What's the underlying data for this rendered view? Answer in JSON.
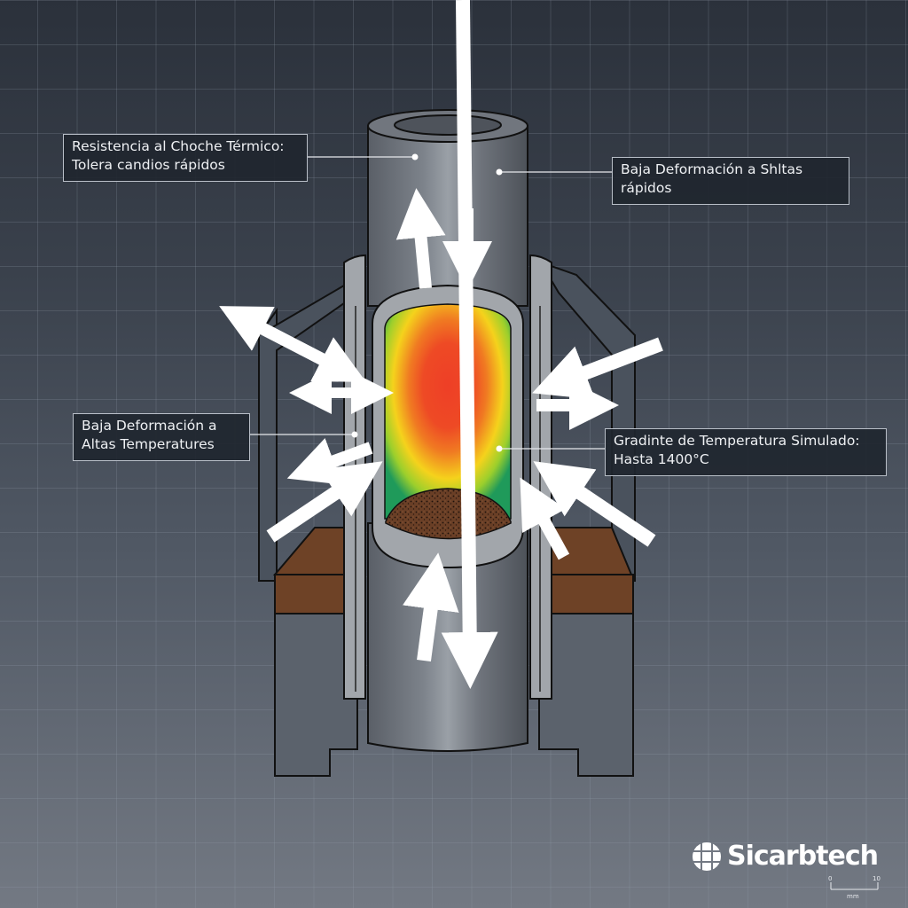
{
  "diagram": {
    "subject": "Sectional view of refractory tube in furnace housing with thermal stress arrows",
    "labels": [
      {
        "id": "thermal-shock",
        "line1": "Resistencia al Choche Térmico:",
        "line2": "Tolera candios rápidos"
      },
      {
        "id": "low-deformation-top",
        "line1": "Baja Deformación a Shltas",
        "line2": "rápidos"
      },
      {
        "id": "low-deformation-high-temp",
        "line1": "Baja Deformación a",
        "line2": "Altas Temperatures"
      },
      {
        "id": "temperature-gradient",
        "line1": "Gradinte de Temperatura Simulado:",
        "line2": "Hasta 1400°C"
      }
    ],
    "heat_map_colors": {
      "core": "#ee3f26",
      "mid": "#f07a22",
      "outer": "#f5d21c",
      "edge": "#1f9a5a"
    },
    "material_colors": {
      "tube": "#6b7079",
      "liner": "#a2a6ab",
      "refractory_brick": "#6e4226",
      "housing": "#4c5560",
      "powder": "#5a3524"
    }
  },
  "logo": {
    "icon": "grid-globe-icon",
    "text": "Sicarbtech"
  },
  "scale": {
    "start": "0",
    "end": "10",
    "unit": "mm"
  }
}
